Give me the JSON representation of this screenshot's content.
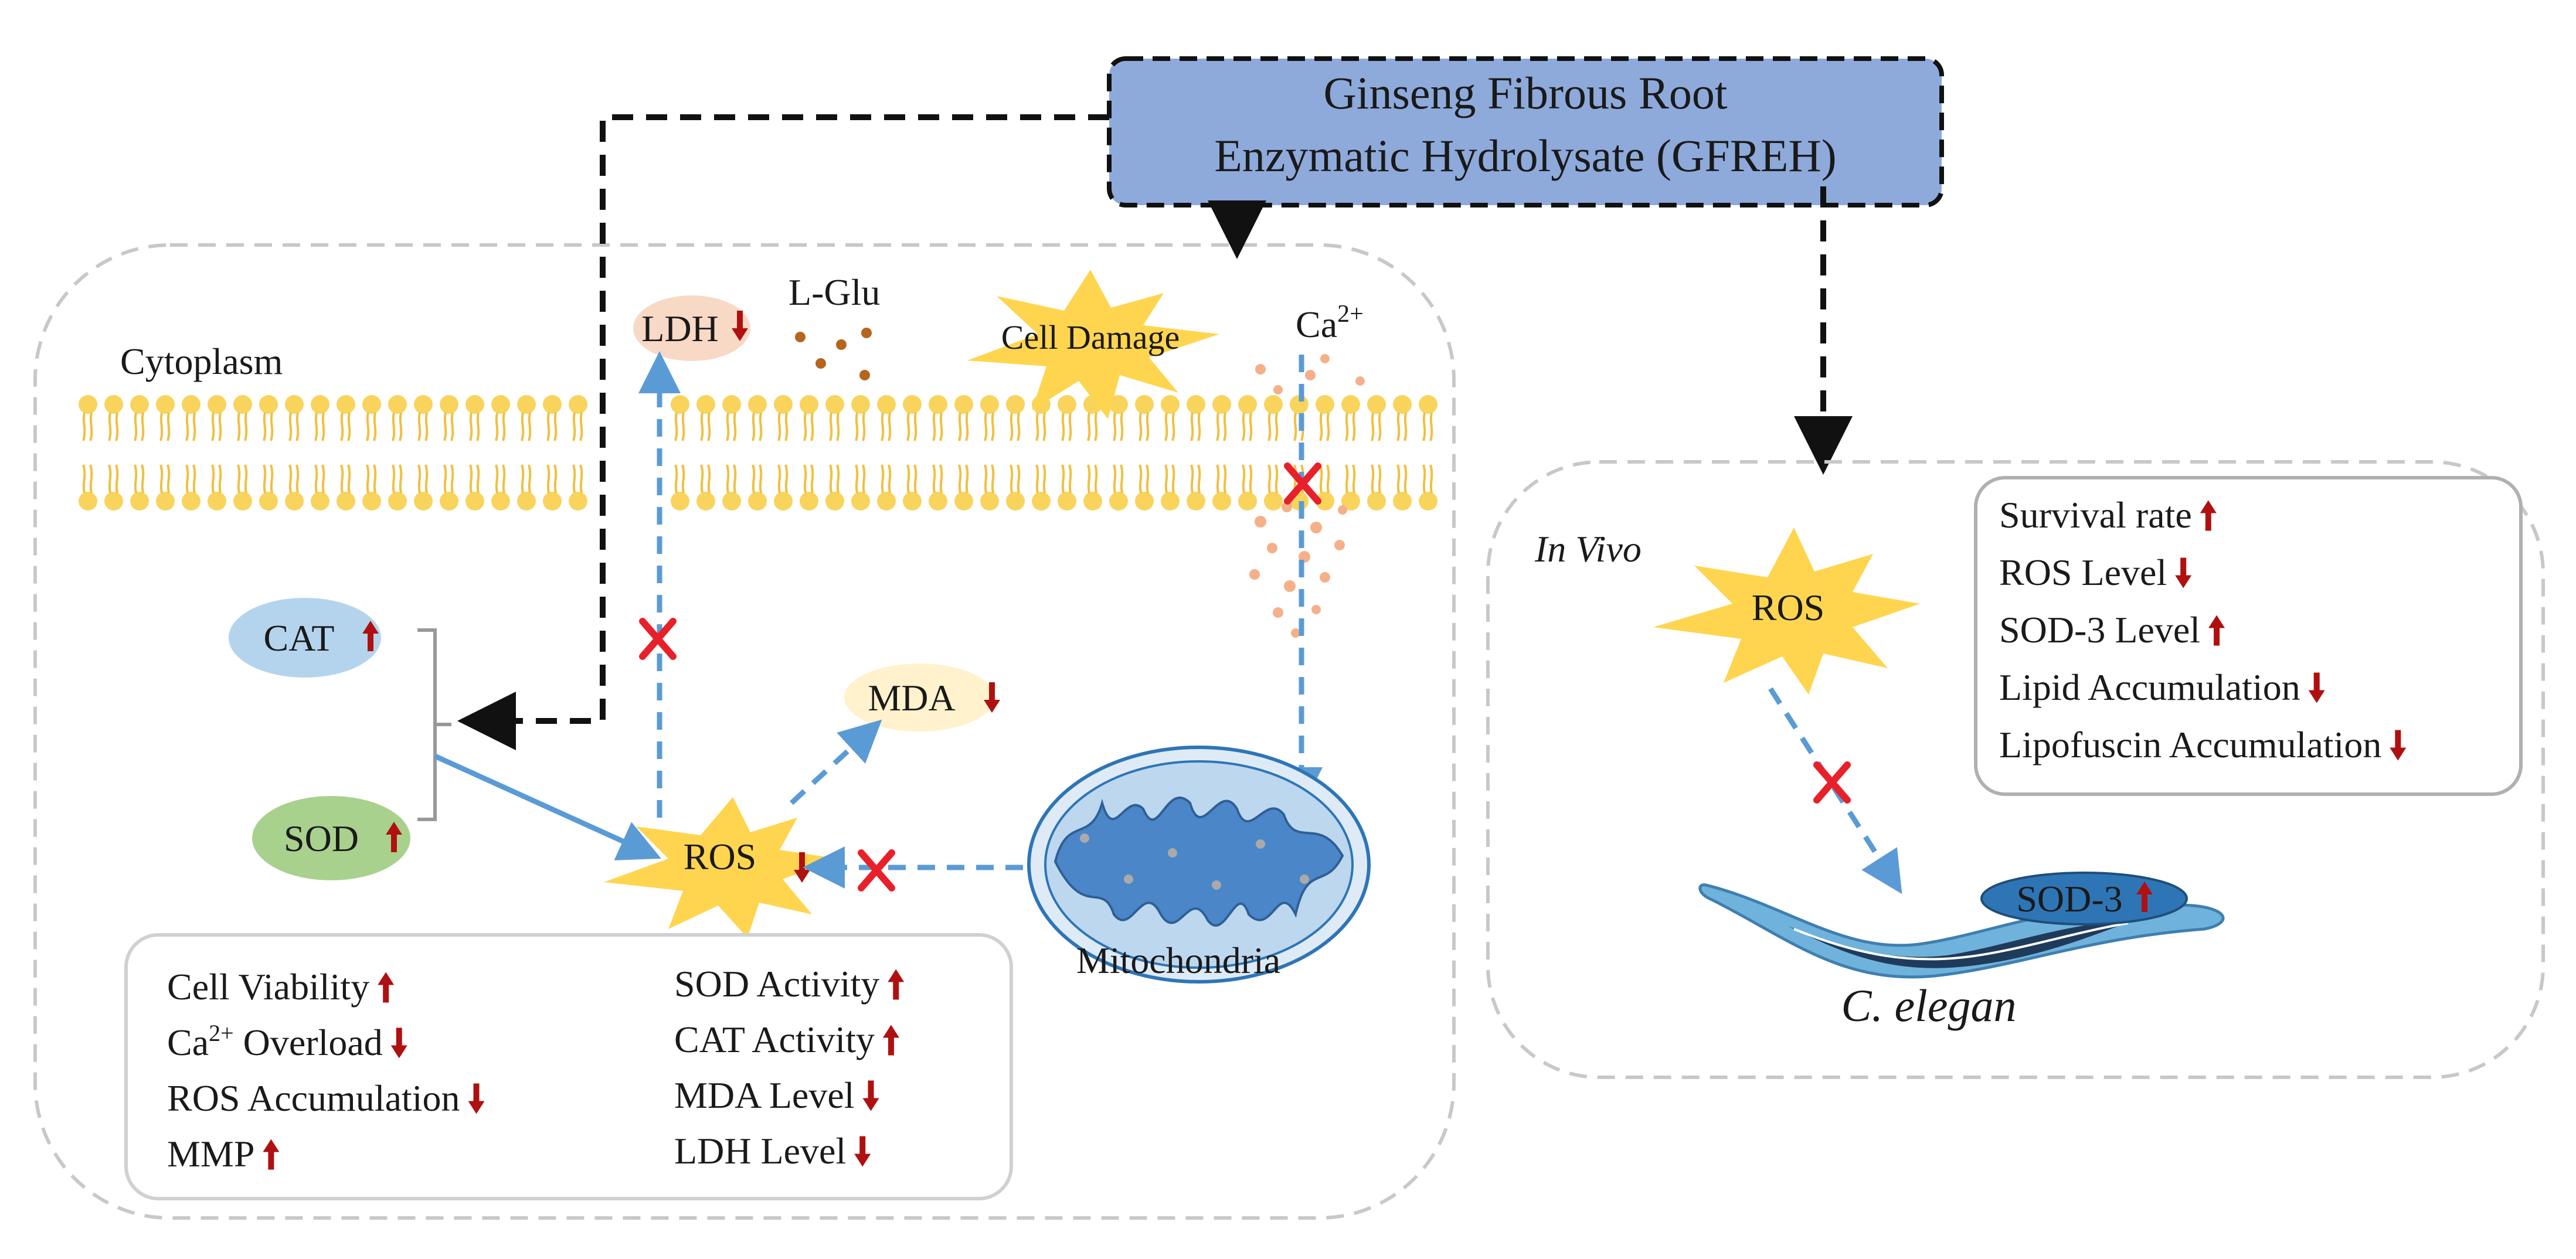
{
  "gfreh": {
    "line1": "Ginseng Fibrous Root",
    "line2": "Enzymatic Hydrolysate (GFREH)"
  },
  "cell": {
    "cytoplasm": "Cytoplasm",
    "ldh": "LDH",
    "lglu": "L-Glu",
    "cell_damage": "Cell Damage",
    "ca_base": "Ca",
    "ca_sup": "2+",
    "cat": "CAT",
    "sod": "SOD",
    "mda": "MDA",
    "ros": "ROS",
    "mitochondria": "Mitochondria"
  },
  "cell_results": {
    "left": [
      {
        "text": "Cell Viability",
        "dir": "up"
      },
      {
        "text": "Overload",
        "pre": "Ca",
        "sup": "2+",
        "dir": "down"
      },
      {
        "text": "ROS Accumulation",
        "dir": "down"
      },
      {
        "text": "MMP",
        "dir": "up"
      }
    ],
    "right": [
      {
        "text": "SOD Activity",
        "dir": "up"
      },
      {
        "text": "CAT Activity",
        "dir": "up"
      },
      {
        "text": "MDA Level",
        "dir": "down"
      },
      {
        "text": "LDH Level",
        "dir": "down"
      }
    ]
  },
  "invivo": {
    "label": "In Vivo",
    "ros": "ROS",
    "organism": "C. elegan",
    "sod3": "SOD-3",
    "results": [
      {
        "text": "Survival rate",
        "dir": "up"
      },
      {
        "text": "ROS Level",
        "dir": "down"
      },
      {
        "text": "SOD-3 Level",
        "dir": "up"
      },
      {
        "text": "Lipid Accumulation",
        "dir": "down"
      },
      {
        "text": "Lipofuscin Accumulation",
        "dir": "down"
      }
    ]
  },
  "colors": {
    "arrow_red": "#b01010",
    "cross_red": "#e8202a",
    "dashed_blue": "#5b9bd5",
    "gfreh_fill": "#8eaadb",
    "burst_yellow": "#ffd54f",
    "membrane_yellow": "#f9d45c"
  }
}
